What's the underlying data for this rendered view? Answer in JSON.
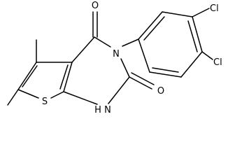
{
  "molecule": {
    "atoms": {
      "o_top": "O",
      "n_imide": "N",
      "cl_upper": "Cl",
      "cl_lower": "Cl",
      "s_thiophene": "S",
      "nh": "N",
      "h_on_n": "H",
      "o_right": "O"
    }
  }
}
